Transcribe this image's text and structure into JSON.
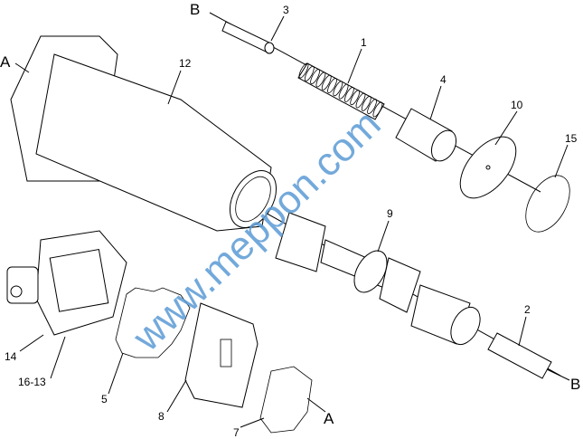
{
  "diagram": {
    "type": "exploded parts diagram",
    "callouts": {
      "b_top": "B",
      "p3": "3",
      "p1": "1",
      "p4": "4",
      "p10": "10",
      "p15": "15",
      "a_left": "A",
      "p12": "12",
      "p9": "9",
      "p2": "2",
      "b_bottom": "B",
      "p14": "14",
      "p16_13": "16-13",
      "p5": "5",
      "p8": "8",
      "p7": "7",
      "a_bottom": "A"
    },
    "watermark": "www.meppon.com"
  }
}
